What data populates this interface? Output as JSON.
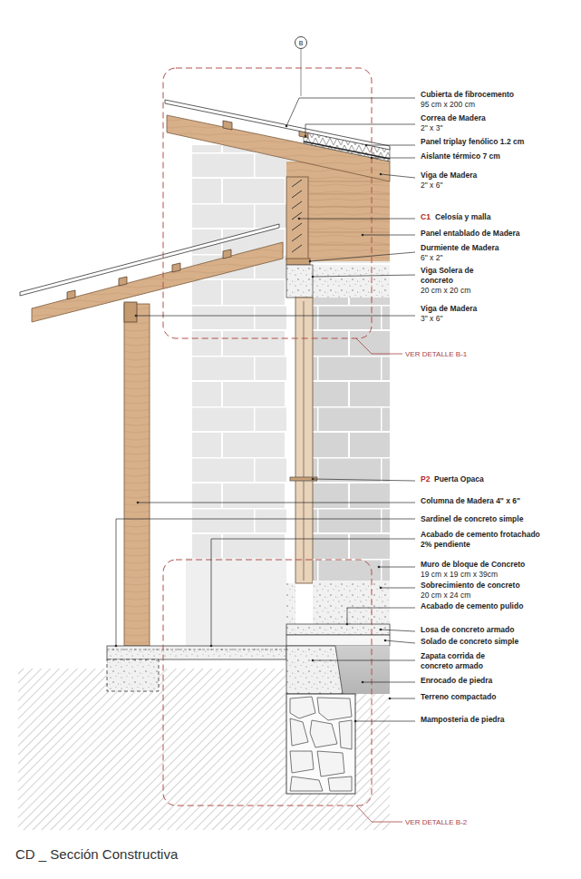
{
  "diagram": {
    "caption": "CD _ Sección Constructiva",
    "nodes": [
      {
        "text": [
          "B"
        ]
      }
    ],
    "labels": [
      "Cubierta de fibrocemento",
      "95 cm x 200 cm",
      "Correa de Madera",
      "2\" x 3\"",
      "Panel triplay fenólico 1.2 cm",
      "Aislante térmico 7 cm",
      "Viga de Madera",
      "2\" x 6\"",
      "C1",
      "Celosía y malla",
      "Panel entablado de Madera",
      "Durmiente de Madera",
      "6\" x 2\"",
      "Viga Solera de concreto",
      "20 cm x 20 cm",
      "Viga de Madera",
      "3\" x 6\"",
      "VER DETALLE B-1",
      "P2",
      "Puerta Opaca",
      "Columna de Madera 4\" x 6\"",
      "Sardinel de concreto simple",
      "Acabado de cemento frotachado",
      "2% pendiente",
      "Muro de bloque de Concreto",
      "19 cm x 19 cm x 39cm",
      "Sobrecimiento de concreto",
      "20 cm x 24 cm",
      "Acabado de cemento pulido",
      "Losa de concreto armado",
      "Solado de concreto simple",
      "Zapata corrida de concreto armado",
      "Enrocado de piedra",
      "Terreno compactado",
      "Mamposteria de piedra",
      "VER DETALLE B-2"
    ]
  }
}
